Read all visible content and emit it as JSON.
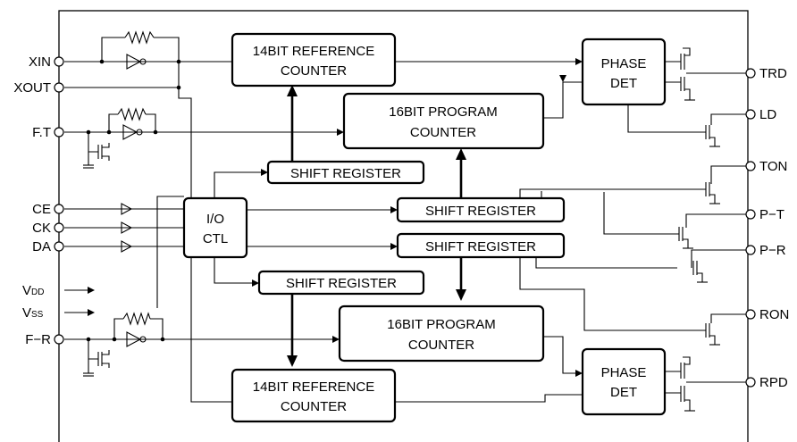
{
  "blocks": {
    "ref_counter_top": [
      "14BIT REFERENCE",
      "COUNTER"
    ],
    "prog_counter_top": [
      "16BIT PROGRAM",
      "COUNTER"
    ],
    "phase_det_top": [
      "PHASE",
      "DET"
    ],
    "shift_reg_1": "SHIFT REGISTER",
    "io_ctl": [
      "I/O",
      "CTL"
    ],
    "shift_reg_2": "SHIFT REGISTER",
    "shift_reg_3": "SHIFT REGISTER",
    "shift_reg_4": "SHIFT REGISTER",
    "prog_counter_bottom": [
      "16BIT PROGRAM",
      "COUNTER"
    ],
    "ref_counter_bottom": [
      "14BIT REFERENCE",
      "COUNTER"
    ],
    "phase_det_bottom": [
      "PHASE",
      "DET"
    ]
  },
  "left_pins": {
    "xin": "XIN",
    "xout": "XOUT",
    "ft": "F.T",
    "ce": "CE",
    "ck": "CK",
    "da": "DA",
    "vdd_main": "V",
    "vdd_sub": "DD",
    "vss_main": "V",
    "vss_sub": "SS",
    "fr": "F−R"
  },
  "right_pins": {
    "trd": "TRD",
    "ld": "LD",
    "ton": "TON",
    "pt": "P−T",
    "pr": "P−R",
    "ron": "RON",
    "rpd": "RPD"
  }
}
